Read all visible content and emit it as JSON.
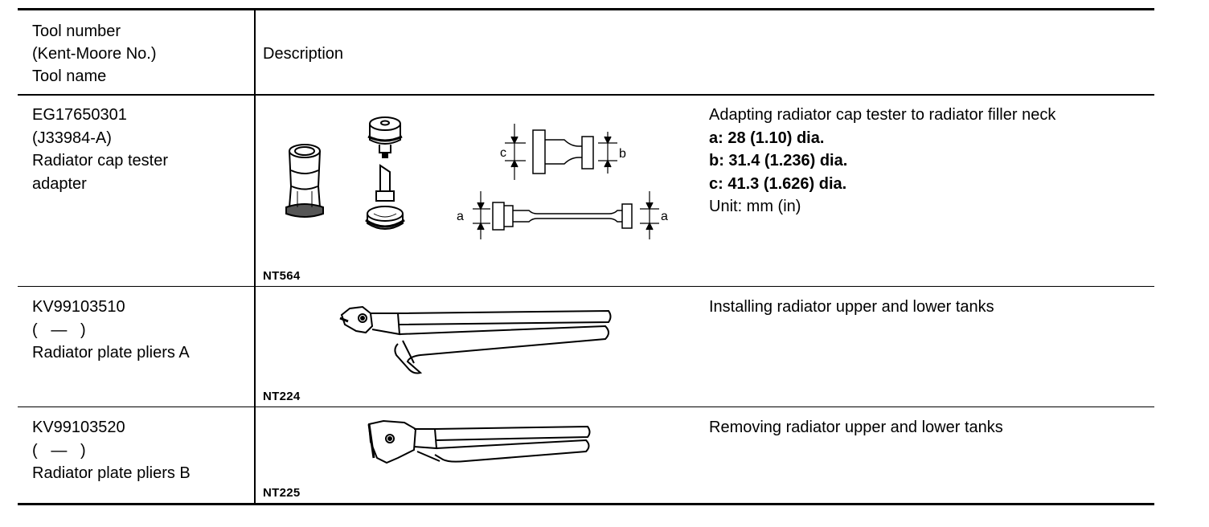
{
  "header": {
    "tool_col": [
      "Tool number",
      "(Kent-Moore No.)",
      "Tool name"
    ],
    "description_col": "Description"
  },
  "rows": [
    {
      "tool_number": "EG17650301",
      "kent_moore": "(J33984-A)",
      "tool_name_lines": [
        "Radiator cap tester",
        "adapter"
      ],
      "figure_code": "NT564",
      "figure_labels": {
        "a": "a",
        "b": "b",
        "c": "c"
      },
      "desc_lines": [
        "Adapting radiator cap tester to radiator filler neck",
        "a: 28 (1.10) dia.",
        "b: 31.4 (1.236) dia.",
        "c: 41.3 (1.626) dia.",
        "Unit: mm (in)"
      ]
    },
    {
      "tool_number": "KV99103510",
      "kent_moore": "(   —   )",
      "tool_name_lines": [
        "Radiator plate pliers A"
      ],
      "figure_code": "NT224",
      "desc_lines": [
        "Installing radiator upper and lower tanks"
      ]
    },
    {
      "tool_number": "KV99103520",
      "kent_moore": "(   —   )",
      "tool_name_lines": [
        "Radiator plate pliers B"
      ],
      "figure_code": "NT225",
      "desc_lines": [
        "Removing radiator upper and lower tanks"
      ]
    }
  ]
}
